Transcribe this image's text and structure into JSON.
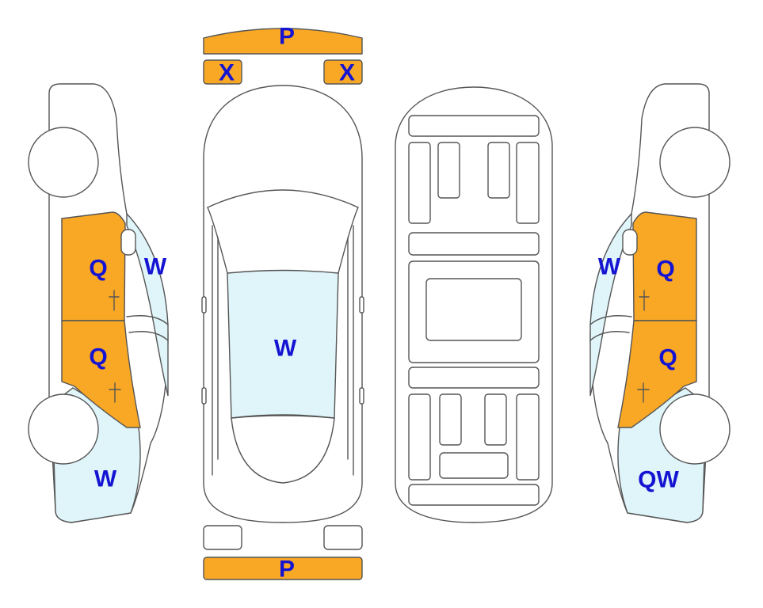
{
  "colors": {
    "damage_orange": "#F9A825",
    "glass_blue": "#DFF5FA",
    "label_blue": "#1414D2",
    "outline": "#555555"
  },
  "labels": {
    "front_bumper": "P",
    "left_mirror": "X",
    "right_mirror": "X",
    "rear_bumper": "P",
    "roof": "W",
    "left_front_door": "Q",
    "left_rear_door": "Q",
    "left_front_glass": "W",
    "left_rear_quarter": "W",
    "right_front_door": "Q",
    "right_rear_door": "Q",
    "right_front_glass": "W",
    "right_rear_quarter": "QW"
  }
}
